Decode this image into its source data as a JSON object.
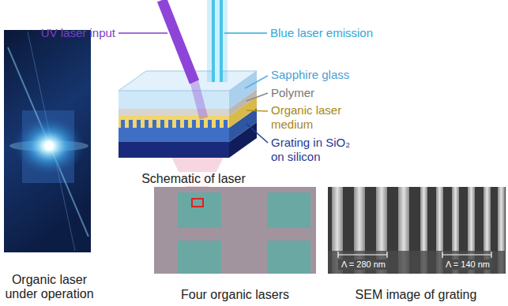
{
  "diagram": {
    "nodes": [
      {
        "text": [
          "Organic laser under operation"
        ]
      },
      {
        "text": [
          "Schematic of laser"
        ]
      },
      {
        "text": [
          "Four organic lasers"
        ]
      },
      {
        "text": [
          "SEM image of grating"
        ]
      }
    ],
    "labels": [
      "UV laser input",
      "Blue laser emission",
      "Sapphire glass",
      "Polymer",
      "Organic laser medium",
      "Grating in SiO₂ on silicon",
      "Λ = 280 nm",
      "Λ = 140 nm"
    ]
  }
}
